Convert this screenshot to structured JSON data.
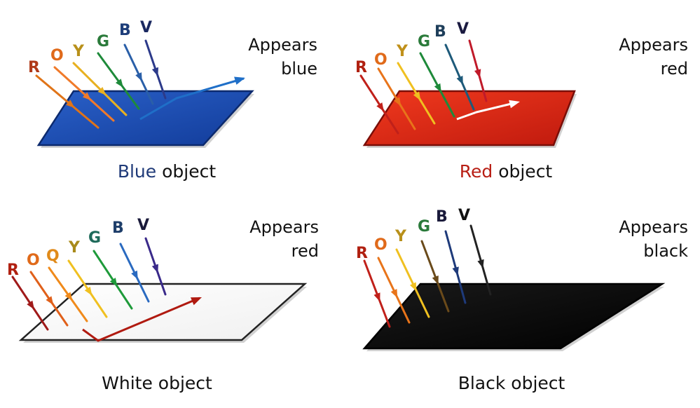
{
  "panels": [
    {
      "caption_highlight": "Blue",
      "caption_rest": " object",
      "caption_color": "#1f3a78",
      "appears_line1": "Appears",
      "appears_line2": "blue",
      "appears_color": "#1565c8",
      "surface_color": "#1c4fb6",
      "incoming_labels": [
        "R",
        "O",
        "Y",
        "G",
        "B",
        "V"
      ],
      "ray_colors": [
        "#e07418",
        "#f07a2a",
        "#e8b020",
        "#1e8a3a",
        "#2a5fa8",
        "#2c3a8a"
      ],
      "label_colors": [
        "#b03a1a",
        "#e06a1a",
        "#b8901a",
        "#2a7a3a",
        "#1e3e7a",
        "#1a2860"
      ],
      "reflected_color": "#1f6fc8"
    },
    {
      "caption_highlight": "Red",
      "caption_rest": " object",
      "caption_color": "#b81e14",
      "appears_line1": "Appears",
      "appears_line2": "red",
      "appears_color": "#c0211a",
      "surface_color": "#e02a14",
      "incoming_labels": [
        "R",
        "O",
        "Y",
        "G",
        "B",
        "V"
      ],
      "ray_colors": [
        "#c0201a",
        "#e8741a",
        "#f0c020",
        "#1e8a3a",
        "#1e5a7a",
        "#c01a2a"
      ],
      "label_colors": [
        "#b02010",
        "#e06a1a",
        "#c0901a",
        "#2a7a3a",
        "#1e3e5a",
        "#1a1a40"
      ],
      "reflected_color": "#ffffff"
    },
    {
      "caption_highlight": "",
      "caption_rest": "White object",
      "caption_color": "#111111",
      "appears_line1": "Appears",
      "appears_line2": "red",
      "appears_color": "#111111",
      "surface_color": "#ffffff",
      "incoming_labels": [
        "R",
        "O",
        "Q",
        "Y",
        "G",
        "B",
        "V"
      ],
      "ray_colors": [
        "#a01a1a",
        "#e0601a",
        "#f08a1a",
        "#f0c020",
        "#1e9a3a",
        "#2a6ac0",
        "#3a2a8a"
      ],
      "label_colors": [
        "#b02010",
        "#e06a1a",
        "#e08a1a",
        "#a88a1a",
        "#1e6a5a",
        "#1e3e6a",
        "#1a1a3a"
      ],
      "reflected_color": "#b01a10"
    },
    {
      "caption_highlight": "",
      "caption_rest": "Black object",
      "caption_color": "#111111",
      "appears_line1": "Appears",
      "appears_line2": "black",
      "appears_color": "#111111",
      "surface_color": "#0a0a0a",
      "incoming_labels": [
        "R",
        "O",
        "Y",
        "G",
        "B",
        "V"
      ],
      "ray_colors": [
        "#c0201a",
        "#e8741a",
        "#f0c020",
        "#6a4a1a",
        "#1e3a7a",
        "#222222"
      ],
      "label_colors": [
        "#b02010",
        "#e06a1a",
        "#b8901a",
        "#2a7a3a",
        "#1a1a3a",
        "#111111"
      ],
      "reflected_color": ""
    }
  ]
}
